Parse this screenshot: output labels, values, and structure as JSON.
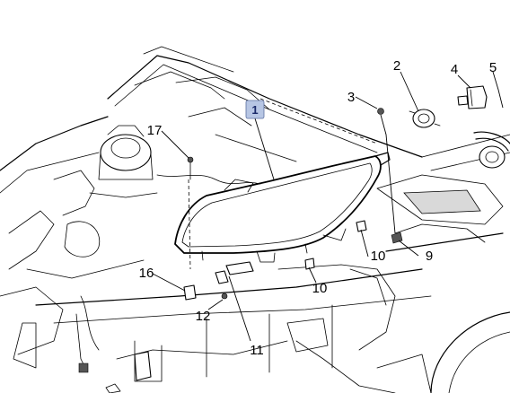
{
  "diagram": {
    "highlight_color": "#b7c6e4",
    "callouts": [
      {
        "key": "c1",
        "text": "1",
        "highlighted": true
      },
      {
        "key": "c2",
        "text": "2"
      },
      {
        "key": "c3",
        "text": "3"
      },
      {
        "key": "c4",
        "text": "4"
      },
      {
        "key": "c5",
        "text": "5"
      },
      {
        "key": "c9",
        "text": "9"
      },
      {
        "key": "c10a",
        "text": "10"
      },
      {
        "key": "c10b",
        "text": "10"
      },
      {
        "key": "c11",
        "text": "11"
      },
      {
        "key": "c12",
        "text": "12"
      },
      {
        "key": "c16",
        "text": "16"
      },
      {
        "key": "c17",
        "text": "17"
      }
    ]
  }
}
